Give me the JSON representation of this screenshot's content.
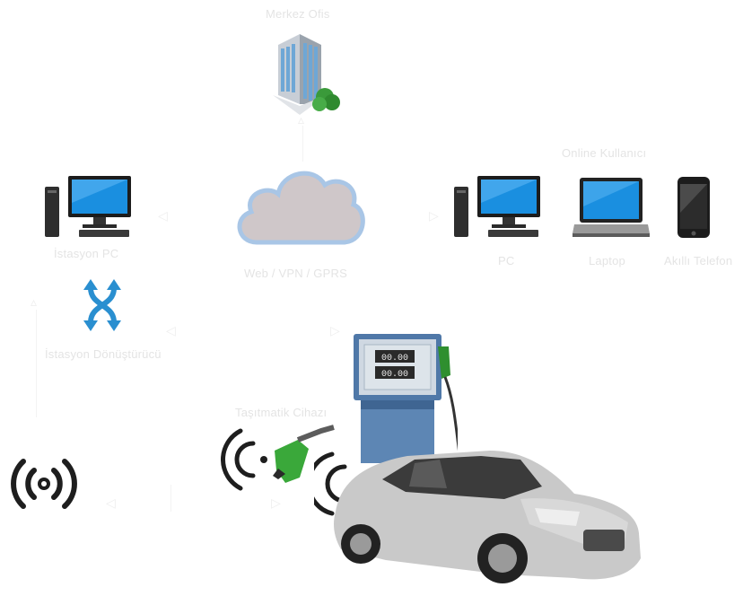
{
  "labels": {
    "head_office": "Merkez Ofis",
    "online_user": "Online Kullanıcı",
    "station_pc": "İstasyon PC",
    "network": "Web / VPN / GPRS",
    "pc": "PC",
    "laptop": "Laptop",
    "smartphone": "Akıllı Telefon",
    "station_converter": "İstasyon Dönüştürücü",
    "vehicle_device": "Taşıtmatik Cihazı"
  },
  "pump": {
    "display_top": "00.00",
    "display_bottom": "00.00"
  },
  "icons": [
    "office-building-icon",
    "cloud-icon",
    "desktop-pc-icon",
    "laptop-icon",
    "smartphone-icon",
    "converter-arrows-icon",
    "rfid-signal-icon",
    "fuel-nozzle-icon",
    "fuel-pump-icon",
    "car-icon"
  ],
  "colors": {
    "screen_blue": "#1a8fe0",
    "converter_blue": "#2a8fd0",
    "cloud_fill": "#cfc7c9",
    "cloud_stroke": "#a9c6e6",
    "nozzle_green": "#3aa83a",
    "pump_blue": "#4f78a8",
    "car_silver": "#c9c9c9",
    "label_gray": "#e4e4e4"
  }
}
